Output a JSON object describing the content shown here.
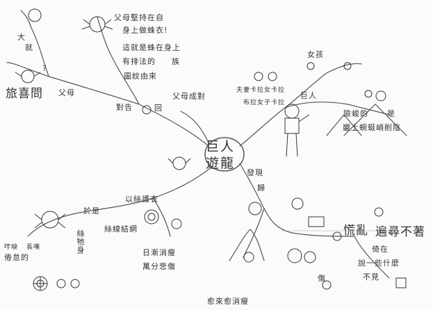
{
  "center": {
    "line1": "巨人",
    "line2": "遊龍"
  },
  "labels": {
    "spider_sentence_1": "父母堅持在自",
    "spider_sentence_2": "身上做蛛衣!",
    "spider_sentence_3": "這就是蛛在身上",
    "spider_sentence_4": "有排法的",
    "spider_sentence_5": "圖紋由來",
    "family": "族",
    "left_topic": "旅喜問",
    "left_parents": "父母",
    "left_up": "就",
    "left_up_2": "大",
    "mid_left": "對告",
    "mid_left_return": "回",
    "branch_tr": "父母成對",
    "girl": "女孩",
    "couple": "夫妻卡拉女卡拉",
    "bula": "布拉女子卡拉",
    "giant": "巨人",
    "danger": "險峻的",
    "danger2": "是",
    "mount": "巖上蜿蜒峭削陰",
    "discover": "發現",
    "rotate": "歸",
    "ll_branch": "於是",
    "ll_branch_2": "以絲護衣",
    "silk": "絲線結網",
    "sunset": "日漸消瘦",
    "despair": "萬分悲傷",
    "loop": "愈來愈消瘦",
    "waste": "哼唳",
    "cry": "長嘆",
    "tired": "倦怠的",
    "left_vert": "絲牠身",
    "panic": "慌亂",
    "panic2": "遍尋不著",
    "panic_sub": "倚在",
    "panic_sub2": "說一些什麼",
    "bottom_right": "不見",
    "sad": "傷",
    "question": "?"
  }
}
